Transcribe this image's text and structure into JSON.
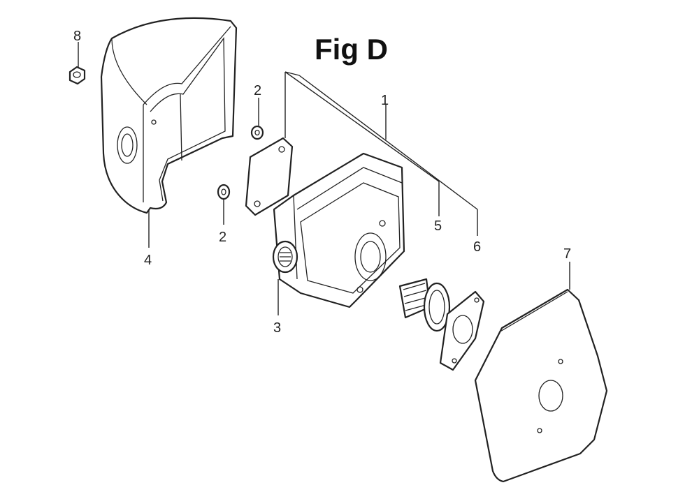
{
  "figure": {
    "title": "Fig D"
  },
  "callouts": [
    {
      "id": "c8",
      "number": "8"
    },
    {
      "id": "c2a",
      "number": "2"
    },
    {
      "id": "c1",
      "number": "1"
    },
    {
      "id": "c2b",
      "number": "2"
    },
    {
      "id": "c4",
      "number": "4"
    },
    {
      "id": "c3",
      "number": "3"
    },
    {
      "id": "c5",
      "number": "5"
    },
    {
      "id": "c6",
      "number": "6"
    },
    {
      "id": "c7",
      "number": "7"
    }
  ]
}
